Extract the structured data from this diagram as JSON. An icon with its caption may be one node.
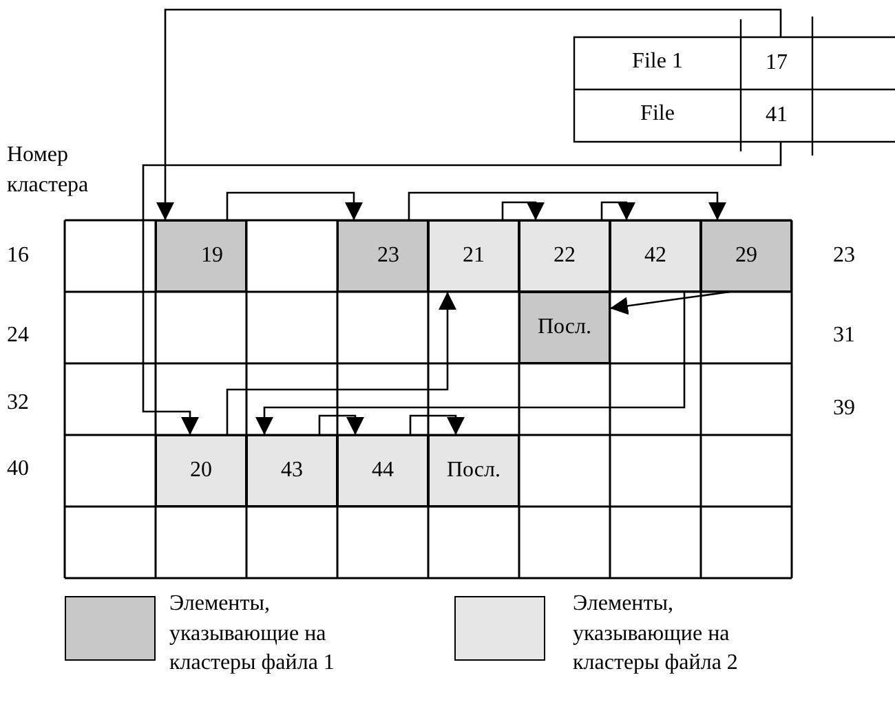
{
  "diagram": {
    "nodes": [
      {
        "text": [
          "17"
        ]
      },
      {
        "text": [
          "41"
        ]
      },
      {
        "text": [
          "19"
        ]
      },
      {
        "text": [
          "23"
        ]
      },
      {
        "text": [
          "21"
        ]
      },
      {
        "text": [
          "22"
        ]
      },
      {
        "text": [
          "42"
        ]
      },
      {
        "text": [
          "29"
        ]
      },
      {
        "text": [
          "Посл."
        ]
      },
      {
        "text": [
          "20"
        ]
      },
      {
        "text": [
          "43"
        ]
      },
      {
        "text": [
          "44"
        ]
      },
      {
        "text": [
          "Посл."
        ]
      }
    ],
    "edges": [
      {
        "from": 0,
        "to": 2,
        "arrow": "to"
      },
      {
        "from": 1,
        "to": 9,
        "arrow": "to"
      },
      {
        "from": 2,
        "to": 3,
        "arrow": "to"
      },
      {
        "from": 3,
        "to": 7,
        "arrow": "to"
      },
      {
        "from": 4,
        "to": 5,
        "arrow": "to"
      },
      {
        "from": 5,
        "to": 6,
        "arrow": "to"
      },
      {
        "from": 6,
        "to": 10,
        "arrow": "to"
      },
      {
        "from": 7,
        "to": 8,
        "arrow": "to"
      },
      {
        "from": 9,
        "to": 4,
        "arrow": "to"
      },
      {
        "from": 10,
        "to": 11,
        "arrow": "to"
      },
      {
        "from": 11,
        "to": 12,
        "arrow": "to"
      }
    ],
    "labels": [
      "File 1",
      "File",
      "Номер кластера",
      "16",
      "23",
      "24",
      "31",
      "32",
      "39",
      "40"
    ],
    "legend": [
      {
        "text": "Элементы, указывающие на кластеры файла 1",
        "color": "#c8c8c8"
      },
      {
        "text": "Элементы, указывающие на кластеры файла 2",
        "color": "#e6e6e6"
      }
    ]
  }
}
